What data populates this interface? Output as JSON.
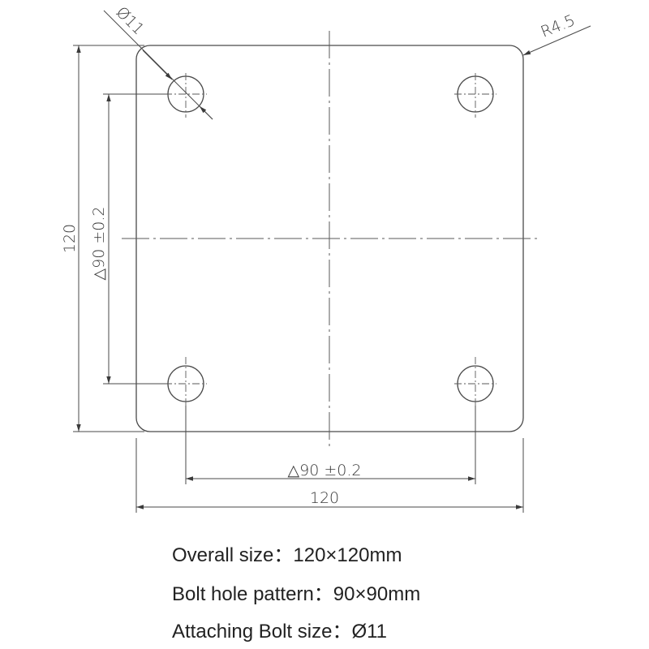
{
  "drawing": {
    "dim_width": "120",
    "dim_height": "120",
    "dim_pattern_h": "△90 ±0.2",
    "dim_pattern_v": "△90 ±0.2",
    "hole_label": "Ø11",
    "corner_label": "R4.5"
  },
  "specs": [
    {
      "label": "Overall size：",
      "value": "120×120mm"
    },
    {
      "label": "Bolt hole pattern：",
      "value": "90×90mm"
    },
    {
      "label": "Attaching Bolt size：",
      "value": "Ø11"
    }
  ]
}
